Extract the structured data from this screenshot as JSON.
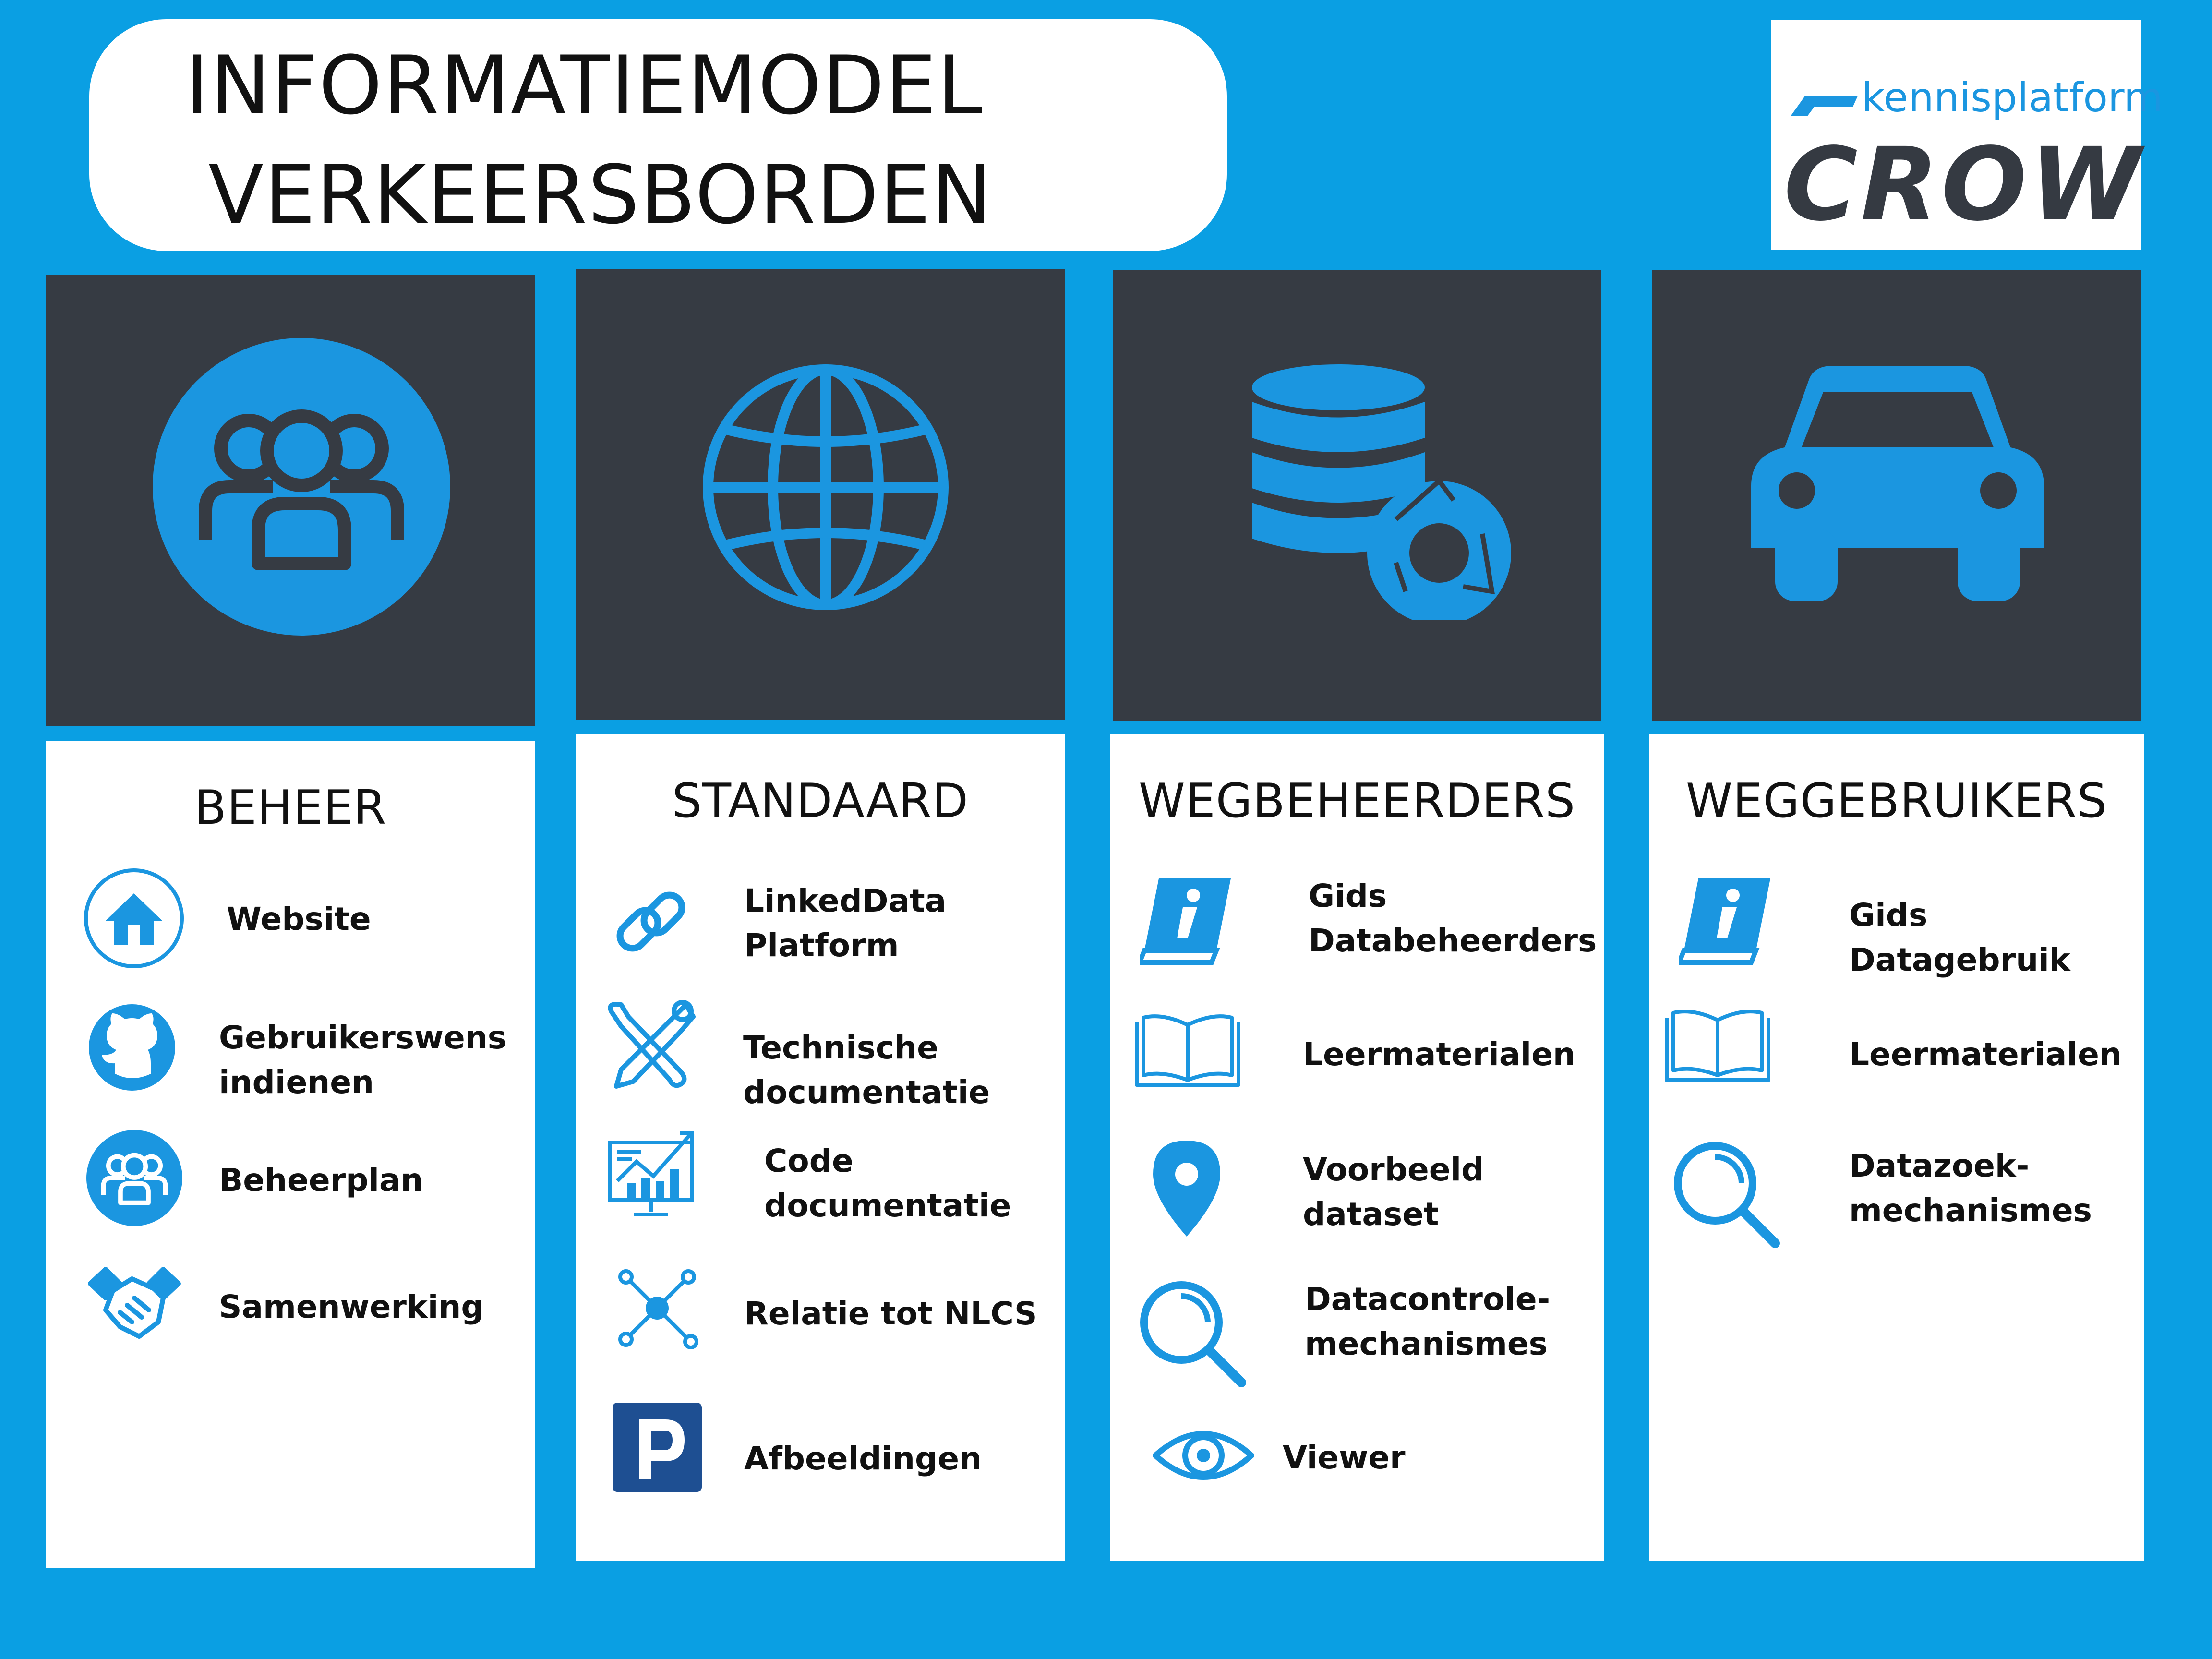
{
  "header": {
    "title_line1": "INFORMATIEMODEL",
    "title_line2": "VERKEERSBORDEN",
    "logo_small": "kennisplatform",
    "logo_big": "CROW"
  },
  "colors": {
    "background": "#0a9fe3",
    "panel": "#363b43",
    "accent": "#1b96e0",
    "text": "#111111"
  },
  "columns": [
    {
      "heading": "BEHEER",
      "hero_icon": "people-circle-icon",
      "items": [
        {
          "icon": "home-circle-icon",
          "label": "Website"
        },
        {
          "icon": "github-icon",
          "label": "Gebruikerswens\nindienen"
        },
        {
          "icon": "people-circle-icon",
          "label": "Beheerplan"
        },
        {
          "icon": "handshake-icon",
          "label": "Samenwerking"
        }
      ]
    },
    {
      "heading": "STANDAARD",
      "hero_icon": "globe-icon",
      "items": [
        {
          "icon": "link-icon",
          "label": "LinkedData\nPlatform"
        },
        {
          "icon": "tools-icon",
          "label": "Technische\ndocumentatie"
        },
        {
          "icon": "chart-monitor-icon",
          "label": "Code\ndocumentatie"
        },
        {
          "icon": "network-icon",
          "label": "Relatie tot NLCS"
        },
        {
          "icon": "parking-sign-icon",
          "label": "Afbeeldingen"
        }
      ]
    },
    {
      "heading": "WEGBEHEERDERS",
      "hero_icon": "database-sync-icon",
      "items": [
        {
          "icon": "info-book-icon",
          "label": "Gids\nDatabeheerders"
        },
        {
          "icon": "open-book-icon",
          "label": "Leermaterialen"
        },
        {
          "icon": "map-pin-icon",
          "label": "Voorbeeld\ndataset"
        },
        {
          "icon": "magnifier-icon",
          "label": "Datacontrole-\nmechanismes"
        },
        {
          "icon": "eye-icon",
          "label": "Viewer"
        }
      ]
    },
    {
      "heading": "WEGGEBRUIKERS",
      "hero_icon": "car-icon",
      "items": [
        {
          "icon": "info-book-icon",
          "label": "Gids Datagebruik"
        },
        {
          "icon": "open-book-icon",
          "label": "Leermaterialen"
        },
        {
          "icon": "magnifier-icon",
          "label": "Datazoek-\nmechanismes"
        }
      ]
    }
  ]
}
